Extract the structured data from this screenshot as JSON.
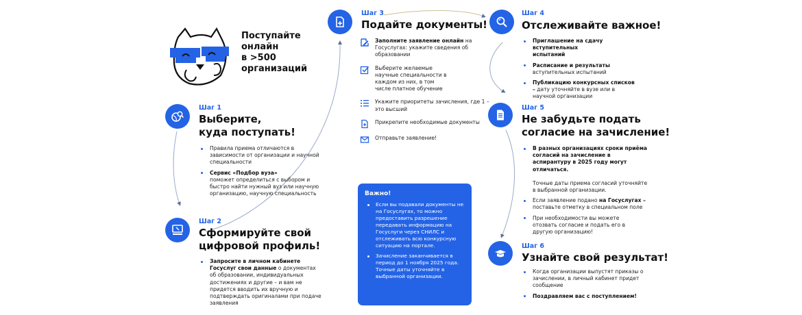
{
  "intro": {
    "lines": [
      "Поступайте",
      "онлайн",
      "в >500",
      "организаций"
    ],
    "mascot": "cat-mascot-with-glasses"
  },
  "colors": {
    "accent": "#2463e5",
    "text": "#111111",
    "background": "#ffffff"
  },
  "steps": [
    {
      "label": "Шаг 1",
      "title_lines": [
        "Выберите,",
        "куда поступать!"
      ],
      "icon": "globe-search-icon",
      "bullets": [
        {
          "text": "Правила приема отличаются в зависимости от организации и научной специальности"
        },
        {
          "bold": "Сервис «Подбор вуза»",
          "text": " поможет определиться с выбором и быстро найти нужный вуз или научную организацию, научную специальность"
        }
      ]
    },
    {
      "label": "Шаг 2",
      "title_lines": [
        "Сформируйте свой",
        "цифровой профиль!"
      ],
      "icon": "computer-icon",
      "bullets": [
        {
          "bold": "Запросите в личном кабинете Госуслуг свои данные",
          "text": " о документах об образовании, индивидуальных достижениях и другие – и вам не придется вводить их вручную и подтверждать оригиналами при подаче заявления"
        }
      ]
    },
    {
      "label": "Шаг 3",
      "title_lines": [
        "Подайте документы!"
      ],
      "icon": "document-add-icon",
      "items": [
        {
          "icon": "edit-icon",
          "bold": "Заполните заявление онлайн",
          "text": " на Госуслугах: укажите сведения об образовании"
        },
        {
          "icon": "checkbox-icon",
          "text": "Выберите желаемые научные специальности в каждом из них, в том числе платное обучение"
        },
        {
          "icon": "list-icon",
          "text": "Укажите приоритеты зачисления, где 1 – это высший"
        },
        {
          "icon": "attach-document-icon",
          "text": "Прикрепите необходимые документы"
        },
        {
          "icon": "mail-icon",
          "text": "Отправьте заявление!"
        }
      ]
    },
    {
      "label": "Шаг 4",
      "title_lines": [
        "Отслеживайте важное!"
      ],
      "icon": "magnifier-icon",
      "bullets": [
        {
          "bold": "Приглашение на сдачу вступительных испытаний",
          "text": ""
        },
        {
          "bold": "Расписание и результаты",
          "text": " вступительных испытаний"
        },
        {
          "bold": "Публикацию конкурсных списков –",
          "text": " дату уточняйте в вузе или в научной организации"
        }
      ]
    },
    {
      "label": "Шаг 5",
      "title_lines": [
        "Не забудьте подать",
        "согласие на зачисление!"
      ],
      "icon": "document-text-icon",
      "bullets": [
        {
          "bold": "В разных организациях сроки приёма согласий на зачисление в аспирантуру в 2025 году могут отличаться.",
          "text": "",
          "extra": "Точные даты приема согласий уточняйте в выбранной организации."
        },
        {
          "text": "Если заявление подано ",
          "bold": "на Госуслугах –",
          "after": " поставьте отметку в специальном поле"
        },
        {
          "text": "При необходимости вы можете отозвать согласие и подать его в другую организацию!"
        }
      ]
    },
    {
      "label": "Шаг 6",
      "title_lines": [
        "Узнайте свой результат!"
      ],
      "icon": "graduation-cap-icon",
      "bullets": [
        {
          "text": "Когда организации выпустят приказы о зачислении, в личный кабинет придет сообщение"
        },
        {
          "bold": "Поздравляем вас с поступлением!",
          "text": ""
        }
      ]
    }
  ],
  "important": {
    "title": "Важно!",
    "bullets": [
      "Если вы подавали документы не на Госуслугах, то можно предоставить разрешение передавать информацию на Госуслуги через СНИЛС и отслеживать всю конкурсную ситуацию на портале.",
      "Зачисление заканчивается в период до 1 ноября 2025 года. Точные даты уточняйте в выбранной организации."
    ]
  }
}
